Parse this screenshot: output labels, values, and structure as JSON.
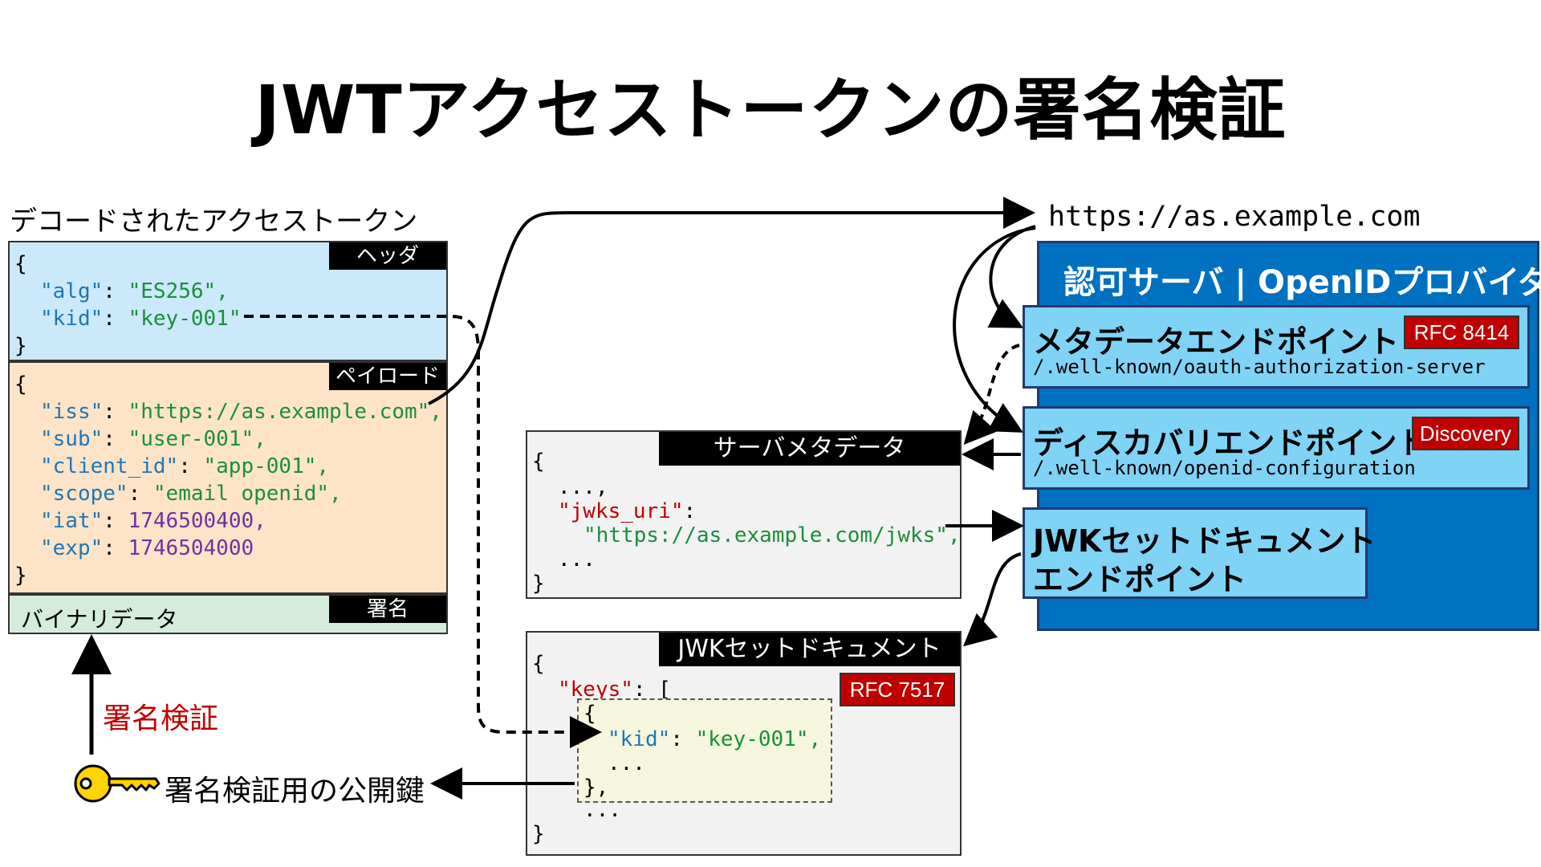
{
  "title": "JWTアクセストークンの署名検証",
  "decoded": {
    "heading": "デコードされたアクセストークン",
    "header_tag": "ヘッダ",
    "payload_tag": "ペイロード",
    "signature_tag": "署名",
    "binary_label": "バイナリデータ",
    "header_lines": [
      {
        "key": "\"alg\"",
        "value": "\"ES256\","
      },
      {
        "key": "\"kid\"",
        "value": "\"key-001\""
      }
    ],
    "payload_lines": [
      {
        "key": "\"iss\"",
        "value": "\"https://as.example.com\","
      },
      {
        "key": "\"sub\"",
        "value": "\"user-001\","
      },
      {
        "key": "\"client_id\"",
        "value": "\"app-001\","
      },
      {
        "key": "\"scope\"",
        "value": "\"email openid\","
      },
      {
        "key": "\"iat\"",
        "value": "1746500400,"
      },
      {
        "key": "\"exp\"",
        "value": "1746504000"
      }
    ]
  },
  "issuer_url": "https://as.example.com",
  "auth_server": {
    "title": "認可サーバ | OpenIDプロバイダ",
    "metadata_endpoint": {
      "title": "メタデータエンドポイント",
      "rfc": "RFC 8414",
      "path": "/.well-known/oauth-authorization-server"
    },
    "discovery_endpoint": {
      "title": "ディスカバリエンドポイント",
      "rfc": "Discovery",
      "path": "/.well-known/openid-configuration"
    },
    "jwks_endpoint": {
      "title_line1": "JWKセットドキュメント",
      "title_line2": "エンドポイント"
    }
  },
  "server_metadata": {
    "tag": "サーバメタデータ",
    "open": "{",
    "dots1": "...,",
    "key": "\"jwks_uri\"",
    "value": "\"https://as.example.com/jwks\",",
    "dots2": "...",
    "close": "}"
  },
  "jwk_set": {
    "tag": "JWKセットドキュメント",
    "rfc": "RFC 7517",
    "open": "{",
    "keys_key": "\"keys\"",
    "keys_open": ": [",
    "inner_open": "{",
    "kid_key": "\"kid\"",
    "kid_value": "\"key-001\",",
    "inner_dots": "...",
    "inner_close": "},",
    "outer_dots": "...",
    "close": "}"
  },
  "signature_verification_label": "署名検証",
  "public_key_label": "署名検証用の公開鍵",
  "colors": {
    "header_bg": "#cce8fb",
    "payload_bg": "#fde3c8",
    "signature_bg": "#d5ecdc",
    "server_bg": "#0070c0",
    "endpoint_bg": "#7fd3f5",
    "gray_box": "#f2f2f2",
    "key_highlight": "#f5f6dd",
    "red": "#c00000"
  }
}
